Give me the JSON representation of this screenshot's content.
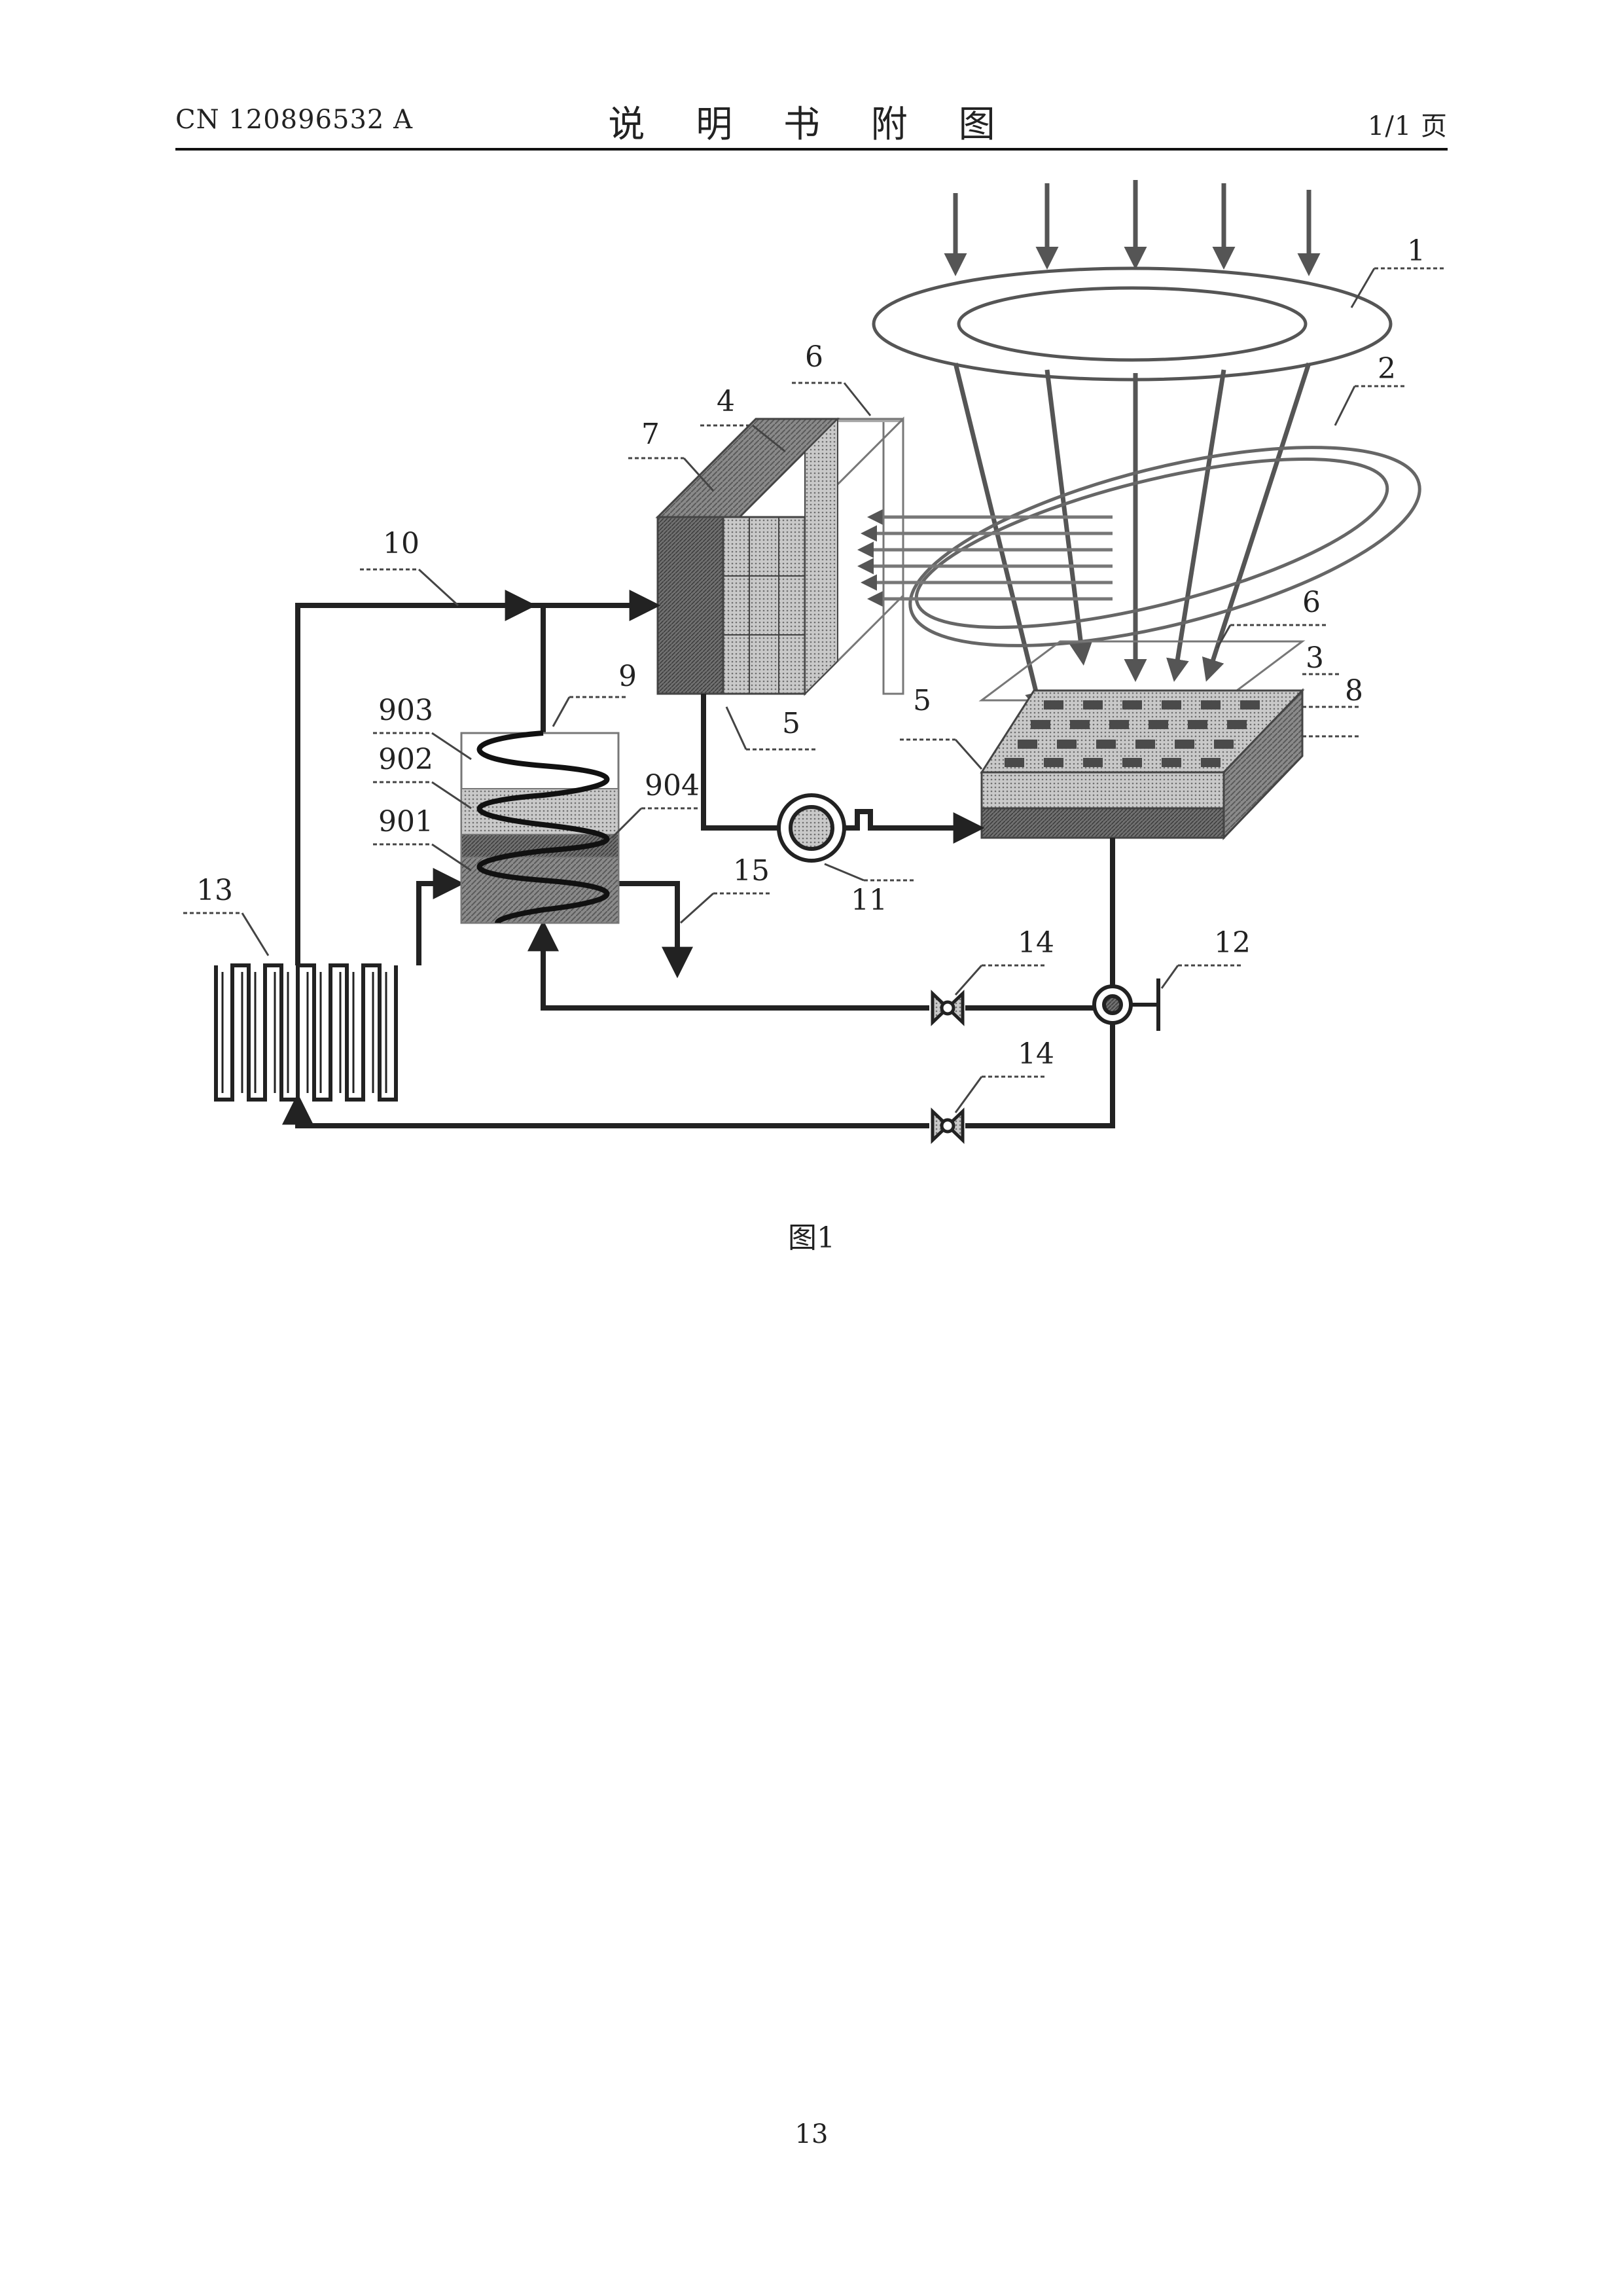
{
  "header": {
    "publication_number": "CN 120896532 A",
    "title": "说 明 书 附 图",
    "page_info": "1/1 页"
  },
  "figure": {
    "caption": "图1",
    "labels": {
      "l1": "1",
      "l2": "2",
      "l3": "3",
      "l4": "4",
      "l5a": "5",
      "l5b": "5",
      "l6a": "6",
      "l6b": "6",
      "l7": "7",
      "l8": "8",
      "l9": "9",
      "l10": "10",
      "l11": "11",
      "l12": "12",
      "l13": "13",
      "l14a": "14",
      "l14b": "14",
      "l15": "15",
      "l901": "901",
      "l902": "902",
      "l903": "903",
      "l904": "904"
    }
  },
  "footer": {
    "page_number": "13"
  }
}
